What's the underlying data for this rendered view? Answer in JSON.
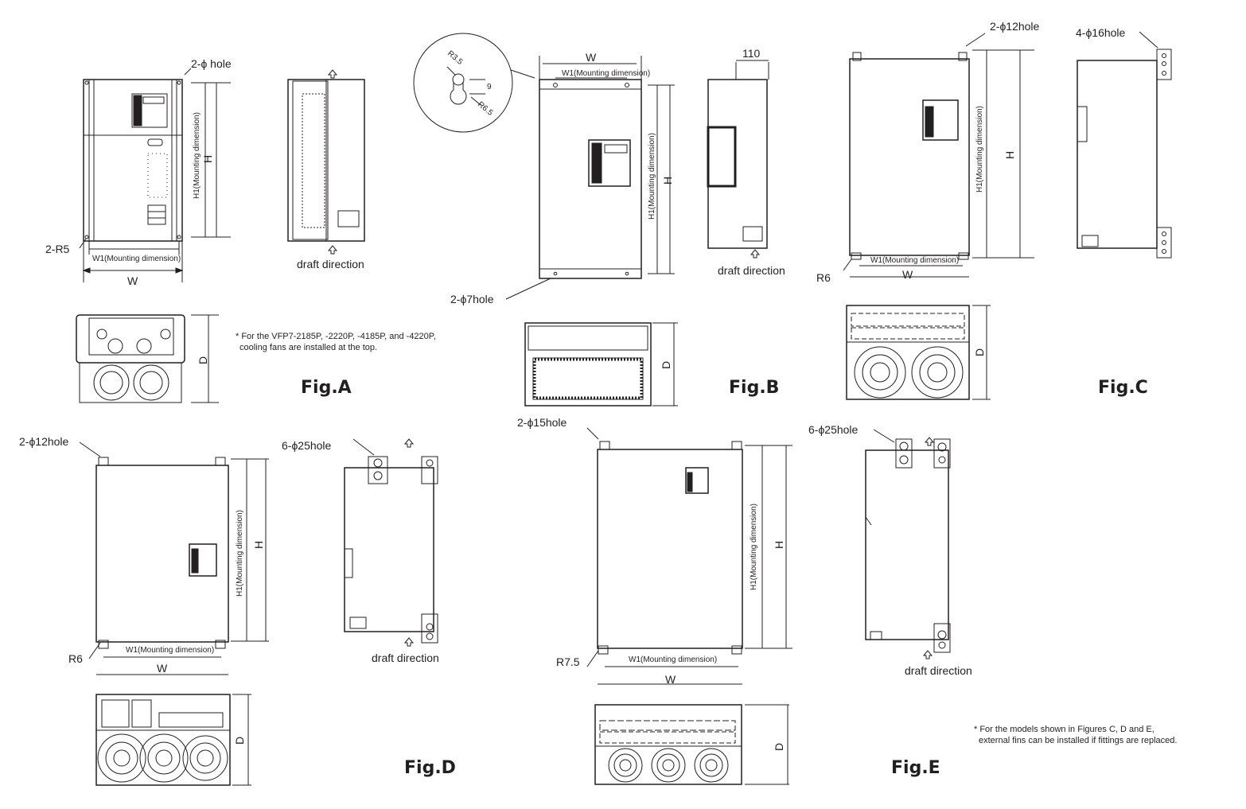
{
  "figures": {
    "a": {
      "title": "Fig.A",
      "hole": "2-ϕ hole",
      "radius": "2-R5",
      "w1": "W1(Mounting dimension)",
      "w": "W",
      "h": "H",
      "h1": "H1(Mounting dimension)",
      "d": "D",
      "draft": "draft direction",
      "note_line1": "* For the VFP7-2185P, -2220P, -4185P, and -4220P,",
      "note_line2": "cooling fans are installed at the top."
    },
    "b": {
      "title": "Fig.B",
      "w": "W",
      "w1": "W1(Mounting dimension)",
      "h": "H",
      "h1": "H1(Mounting dimension)",
      "depth": "110",
      "hole": "2-ϕ7hole",
      "r35": "R3.5",
      "r65": "R6.5",
      "nine": "9",
      "d": "D",
      "draft": "draft direction"
    },
    "c": {
      "title": "Fig.C",
      "hole": "2-ϕ12hole",
      "side_hole": "4-ϕ16hole",
      "radius": "R6",
      "w1": "W1(Mounting dimension)",
      "w": "W",
      "h": "H",
      "h1": "H1(Mounting dimension)",
      "d": "D"
    },
    "d": {
      "title": "Fig.D",
      "hole": "2-ϕ12hole",
      "side_hole": "6-ϕ25hole",
      "radius": "R6",
      "w1": "W1(Mounting dimension)",
      "w": "W",
      "h": "H",
      "h1": "H1(Mounting dimension)",
      "d": "D",
      "draft": "draft direction"
    },
    "e": {
      "title": "Fig.E",
      "hole": "2-ϕ15hole",
      "side_hole": "6-ϕ25hole",
      "radius": "R7.5",
      "w1": "W1(Mounting dimension)",
      "w": "W",
      "h": "H",
      "h1": "H1(Mounting dimension)",
      "d": "D",
      "draft": "draft direction"
    }
  },
  "footnote": {
    "line1": "* For the models shown in Figures C, D and E,",
    "line2": "external fins can be installed if fittings are replaced."
  },
  "colors": {
    "ink": "#231f20",
    "background": "#ffffff"
  }
}
